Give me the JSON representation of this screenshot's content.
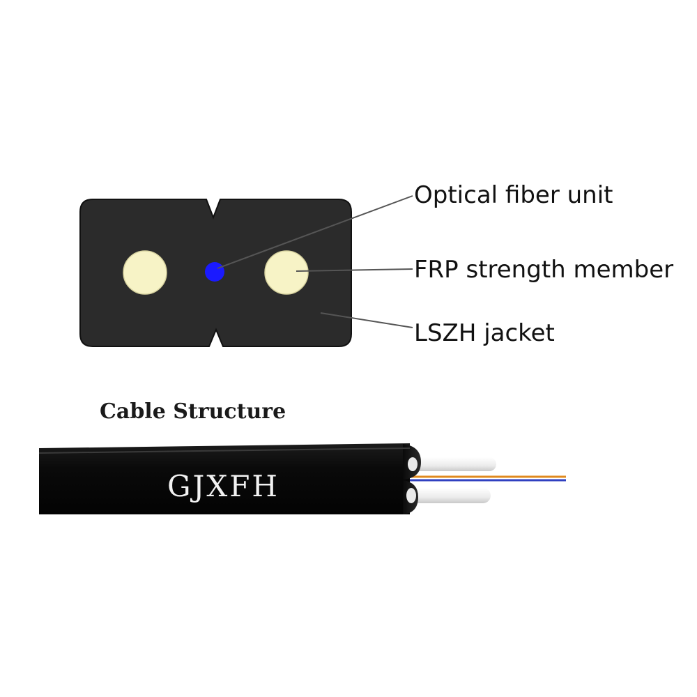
{
  "cross_section": {
    "callouts": [
      {
        "id": "fiber",
        "label": "Optical fiber unit"
      },
      {
        "id": "frp",
        "label": "FRP strength member"
      },
      {
        "id": "jacket",
        "label": "LSZH jacket"
      }
    ]
  },
  "structure": {
    "title": "Cable Structure",
    "cable_marking": "GJXFH"
  },
  "colors": {
    "jacket": "#2b2b2b",
    "frp": "#f7f3c6",
    "fiber": "#1a1aff",
    "leader_line": "#555555",
    "cable_body": "#0c0c0c",
    "fiber_orange": "#e08a1e",
    "fiber_blue": "#3040c0"
  }
}
